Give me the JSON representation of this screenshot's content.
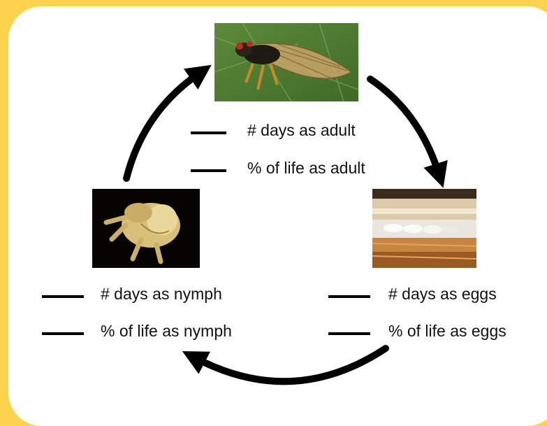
{
  "colors": {
    "background": "#FCD34C",
    "card": "#FFFFFF",
    "arrow": "#000000",
    "text": "#111111"
  },
  "stages": {
    "adult": {
      "image": "cicada-adult-photo",
      "days_label": "# days as adult",
      "percent_label": "% of life as adult"
    },
    "eggs": {
      "image": "cicada-eggs-photo",
      "days_label": "# days as eggs",
      "percent_label": "% of life as eggs"
    },
    "nymph": {
      "image": "cicada-nymph-photo",
      "days_label": "# days as nymph",
      "percent_label": "% of life as nymph"
    }
  },
  "arrows": [
    "adult-to-eggs-arrow",
    "eggs-to-nymph-arrow",
    "nymph-to-adult-arrow"
  ]
}
